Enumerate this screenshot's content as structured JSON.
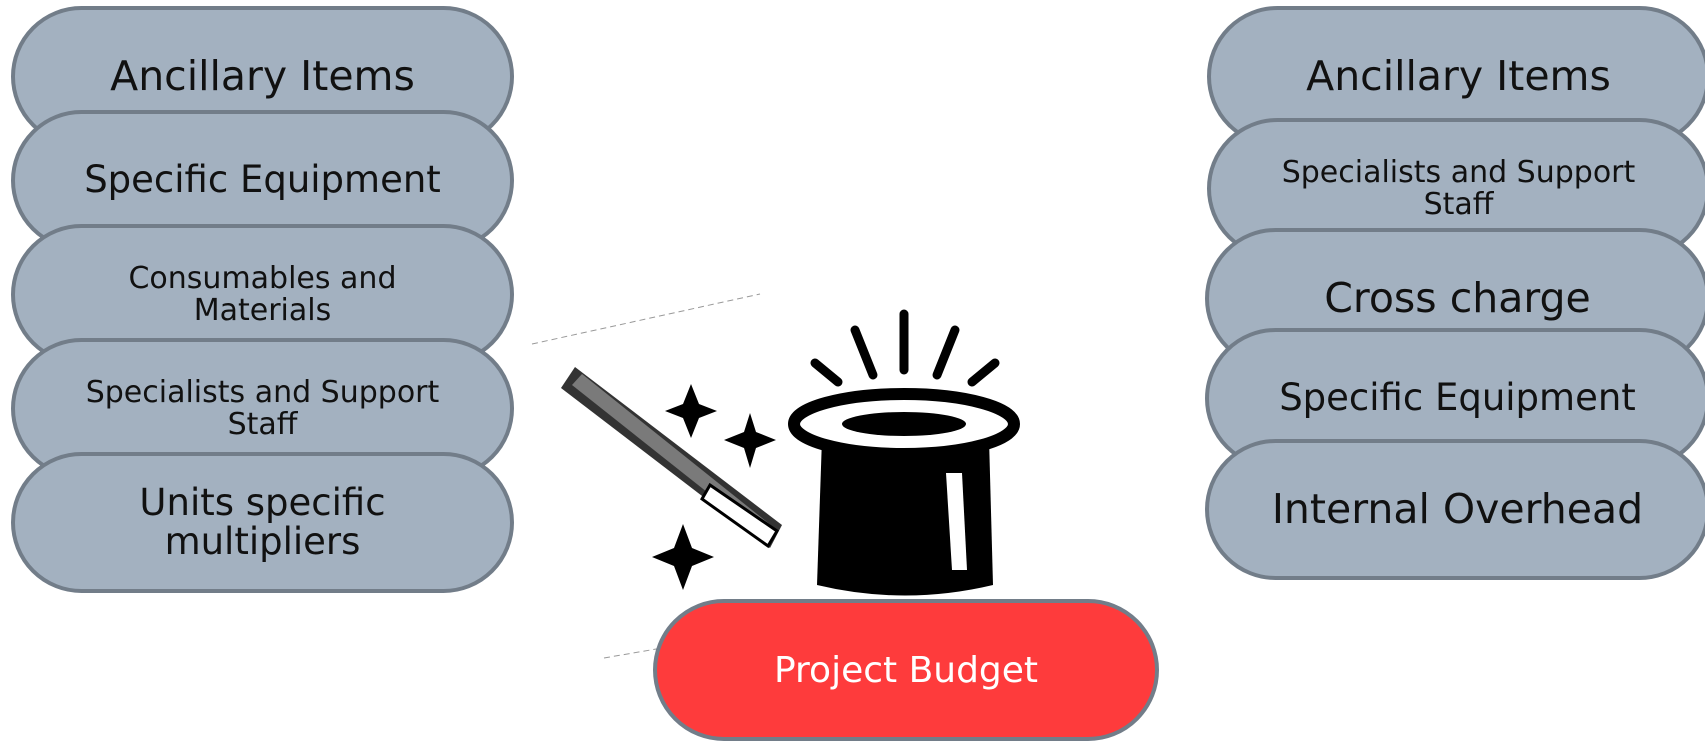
{
  "left_items": [
    {
      "label": "Ancillary Items"
    },
    {
      "label": "Specific Equipment"
    },
    {
      "label": "Consumables and Materials"
    },
    {
      "label": "Specialists and Support Staff"
    },
    {
      "label": "Units specific multipliers"
    }
  ],
  "right_items": [
    {
      "label": "Ancillary Items"
    },
    {
      "label": "Specialists and Support Staff"
    },
    {
      "label": "Cross charge"
    },
    {
      "label": "Specific Equipment"
    },
    {
      "label": "Internal Overhead"
    }
  ],
  "center": {
    "label": "Project Budget",
    "icon": "magic-hat-and-wand-icon"
  },
  "colors": {
    "pill_fill": "#a3b1c0",
    "pill_border": "#727d89",
    "budget_fill": "#fe3b3c"
  }
}
